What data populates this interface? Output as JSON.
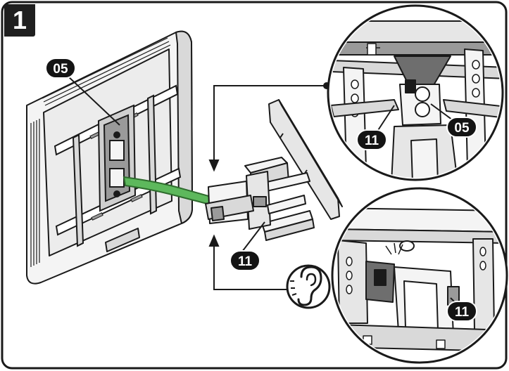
{
  "step": {
    "number": "1"
  },
  "labels": {
    "part_05_main": "05",
    "part_11_main": "11",
    "part_11_top_zoom": "11",
    "part_05_top_zoom": "05",
    "part_11_bottom_zoom": "11"
  },
  "colors": {
    "strap": "#5db85c",
    "strap_edge": "#2e6b2d",
    "line": "#1a1a1a",
    "fill_light": "#f4f4f4",
    "fill_mid": "#d9d9d9",
    "fill_dark": "#9a9a9a"
  },
  "icons": {
    "listen": "ear-icon"
  }
}
